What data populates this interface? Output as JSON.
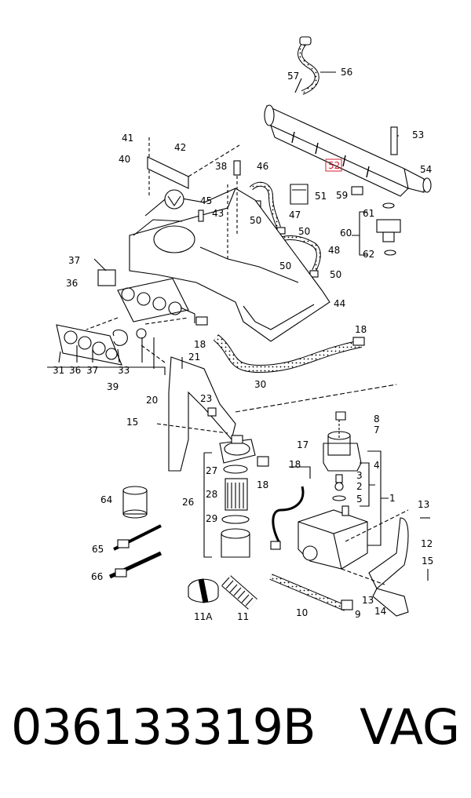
{
  "diagram": {
    "callouts": [
      {
        "id": "n56",
        "text": "56"
      },
      {
        "id": "n57",
        "text": "57"
      },
      {
        "id": "n53",
        "text": "53"
      },
      {
        "id": "n52",
        "text": "52"
      },
      {
        "id": "n54",
        "text": "54"
      },
      {
        "id": "n41",
        "text": "41"
      },
      {
        "id": "n42",
        "text": "42"
      },
      {
        "id": "n40",
        "text": "40"
      },
      {
        "id": "n38",
        "text": "38"
      },
      {
        "id": "n46",
        "text": "46"
      },
      {
        "id": "n51",
        "text": "51"
      },
      {
        "id": "n59",
        "text": "59"
      },
      {
        "id": "n45",
        "text": "45"
      },
      {
        "id": "n43",
        "text": "43"
      },
      {
        "id": "n50a",
        "text": "50"
      },
      {
        "id": "n47",
        "text": "47"
      },
      {
        "id": "n50b",
        "text": "50"
      },
      {
        "id": "n61",
        "text": "61"
      },
      {
        "id": "n60",
        "text": "60"
      },
      {
        "id": "n62",
        "text": "62"
      },
      {
        "id": "n48",
        "text": "48"
      },
      {
        "id": "n50c",
        "text": "50"
      },
      {
        "id": "n50d",
        "text": "50"
      },
      {
        "id": "n37",
        "text": "37"
      },
      {
        "id": "n36",
        "text": "36"
      },
      {
        "id": "n44",
        "text": "44"
      },
      {
        "id": "n18a",
        "text": "18"
      },
      {
        "id": "n18b",
        "text": "18"
      },
      {
        "id": "n31",
        "text": "31"
      },
      {
        "id": "n36b",
        "text": "36"
      },
      {
        "id": "n37b",
        "text": "37"
      },
      {
        "id": "n33",
        "text": "33"
      },
      {
        "id": "n39",
        "text": "39"
      },
      {
        "id": "n30",
        "text": "30"
      },
      {
        "id": "n21",
        "text": "21"
      },
      {
        "id": "n20",
        "text": "20"
      },
      {
        "id": "n23",
        "text": "23"
      },
      {
        "id": "n15a",
        "text": "15"
      },
      {
        "id": "n8",
        "text": "8"
      },
      {
        "id": "n7",
        "text": "7"
      },
      {
        "id": "n17",
        "text": "17"
      },
      {
        "id": "n18c",
        "text": "18"
      },
      {
        "id": "n4",
        "text": "4"
      },
      {
        "id": "n27",
        "text": "27"
      },
      {
        "id": "n18d",
        "text": "18"
      },
      {
        "id": "n3",
        "text": "3"
      },
      {
        "id": "n2",
        "text": "2"
      },
      {
        "id": "n5",
        "text": "5"
      },
      {
        "id": "n1",
        "text": "1"
      },
      {
        "id": "n28",
        "text": "28"
      },
      {
        "id": "n26",
        "text": "26"
      },
      {
        "id": "n64",
        "text": "64"
      },
      {
        "id": "n13a",
        "text": "13"
      },
      {
        "id": "n29",
        "text": "29"
      },
      {
        "id": "n12",
        "text": "12"
      },
      {
        "id": "n65",
        "text": "65"
      },
      {
        "id": "n15b",
        "text": "15"
      },
      {
        "id": "n66",
        "text": "66"
      },
      {
        "id": "n13b",
        "text": "13"
      },
      {
        "id": "n14",
        "text": "14"
      },
      {
        "id": "n11A",
        "text": "11A"
      },
      {
        "id": "n11",
        "text": "11"
      },
      {
        "id": "n10",
        "text": "10"
      },
      {
        "id": "n9",
        "text": "9"
      }
    ],
    "highlight_color": "#d2202f"
  },
  "footer": {
    "part_number": "036133319B",
    "brand": "VAG"
  }
}
